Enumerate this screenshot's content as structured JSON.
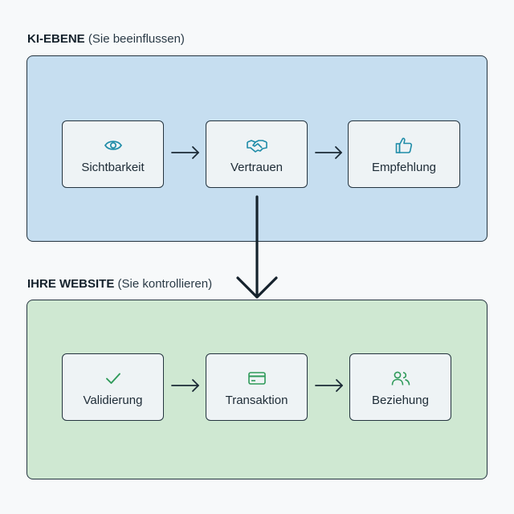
{
  "top_section": {
    "title_bold": "KI-EBENE",
    "title_sub": "(Sie beeinflussen)",
    "nodes": [
      {
        "label": "Sichtbarkeit",
        "icon": "eye-icon"
      },
      {
        "label": "Vertrauen",
        "icon": "handshake-icon"
      },
      {
        "label": "Empfehlung",
        "icon": "thumbs-up-icon"
      }
    ],
    "color": "#c6def0",
    "icon_color": "#1f8ca8"
  },
  "bottom_section": {
    "title_bold": "IHRE WEBSITE",
    "title_sub": "(Sie kontrollieren)",
    "nodes": [
      {
        "label": "Validierung",
        "icon": "checkmark-icon"
      },
      {
        "label": "Transaktion",
        "icon": "credit-card-icon"
      },
      {
        "label": "Beziehung",
        "icon": "users-icon"
      }
    ],
    "color": "#cfe8d2",
    "icon_color": "#2f9a5a"
  },
  "stroke_color": "#1b2a36"
}
